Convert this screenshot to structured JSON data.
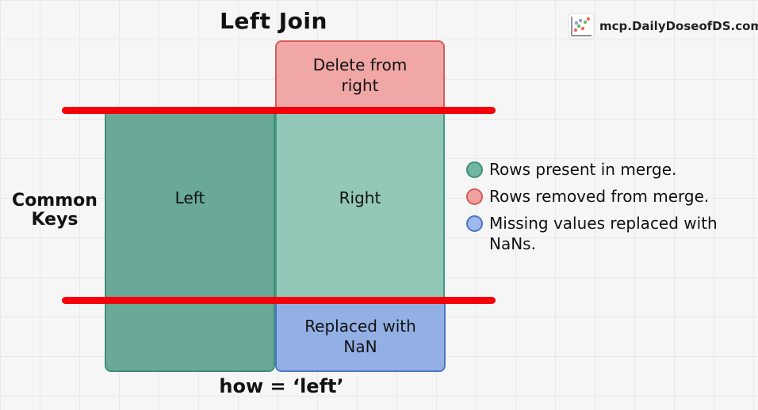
{
  "title": "Left Join",
  "brand": {
    "text": "mcp.DailyDoseofDS.com",
    "icon": "scatter-plot-logo-icon"
  },
  "regions": {
    "left": "Left",
    "right": "Right",
    "delete_right": "Delete from right",
    "replaced_nan": "Replaced with NaN"
  },
  "side_label": "Common Keys",
  "how_label": "how = ‘left’",
  "legend": [
    {
      "color": "#72b5a2",
      "text": "Rows present in merge."
    },
    {
      "color": "#f0a1a0",
      "text": "Rows removed from merge."
    },
    {
      "color": "#9db8ea",
      "text": "Missing values replaced with NaNs."
    }
  ],
  "colors": {
    "keep": "#6aa898",
    "removed": "#f0a7a5",
    "nan": "#93b0e4",
    "boundary": "#f4000b"
  }
}
